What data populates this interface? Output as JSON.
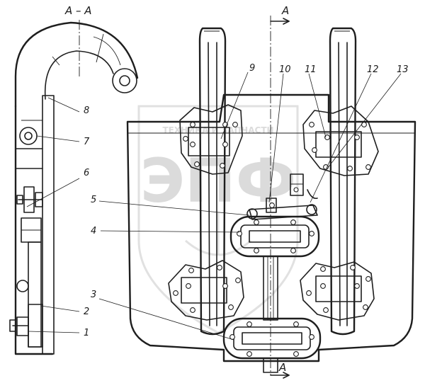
{
  "section": {
    "title": "А – А",
    "cut_mark_top": "А",
    "cut_mark_bottom": "А"
  },
  "callouts": [
    {
      "number": "1"
    },
    {
      "number": "2"
    },
    {
      "number": "3"
    },
    {
      "number": "4"
    },
    {
      "number": "5"
    },
    {
      "number": "6"
    },
    {
      "number": "7"
    },
    {
      "number": "8"
    },
    {
      "number": "9"
    },
    {
      "number": "10"
    },
    {
      "number": "11"
    },
    {
      "number": "12"
    },
    {
      "number": "13"
    }
  ],
  "watermark": {
    "top_text": "ТЕХНИКА И ЗАПЧАСТИ",
    "logo": "ЭПФ",
    "colour": "#c4c4c4"
  },
  "colors": {
    "line": "#1e1e1e",
    "background": "#ffffff"
  }
}
